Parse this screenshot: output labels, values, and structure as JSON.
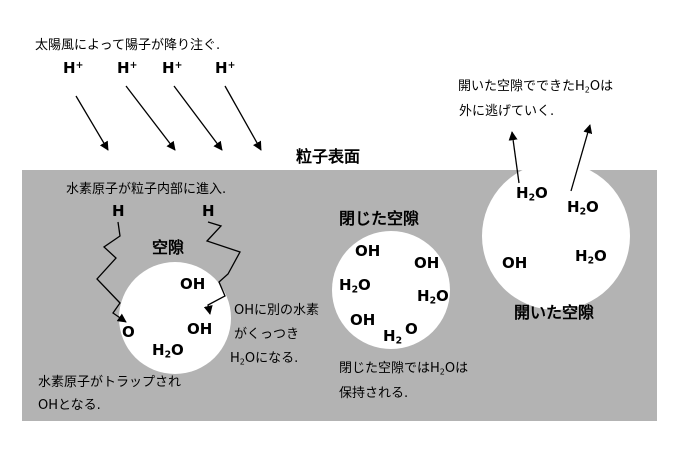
{
  "caption_solar_wind": "太陽風によって陽子が降り注ぐ.",
  "proton": {
    "base": "H",
    "charge": "+"
  },
  "surface_label": "粒子表面",
  "entry_text": "水素原子が粒子内部に進入.",
  "atom_h": "H",
  "atom_o": "O",
  "hole_label": "空隙",
  "closed_hole_label": "閉じた空隙",
  "open_hole_label": "開いた空隙",
  "oh": "OH",
  "h2o": {
    "a": "H",
    "b": "2",
    "c": "O"
  },
  "h2o_split": {
    "a": "H",
    "b": "2",
    "c": "O"
  },
  "trap_note": {
    "line1": "水素原子がトラップされ",
    "line2": "OHとなる."
  },
  "combine_note": {
    "line1": "OHに別の水素",
    "line2": "がくっつき",
    "line3a": "H",
    "line3b": "2",
    "line3c": "Oになる."
  },
  "closed_note": {
    "line1a": "閉じた空隙では",
    "line1b": "H",
    "line1c": "2",
    "line1d": "Oは",
    "line2": "保持される."
  },
  "escape_note": {
    "line1a": "開いた空隙でできた",
    "line1b": "H",
    "line1c": "2",
    "line1d": "Oは",
    "line2": "外に逃げていく."
  },
  "colors": {
    "particle": "#b3b3b3",
    "hole": "#ffffff",
    "ink": "#000000"
  }
}
